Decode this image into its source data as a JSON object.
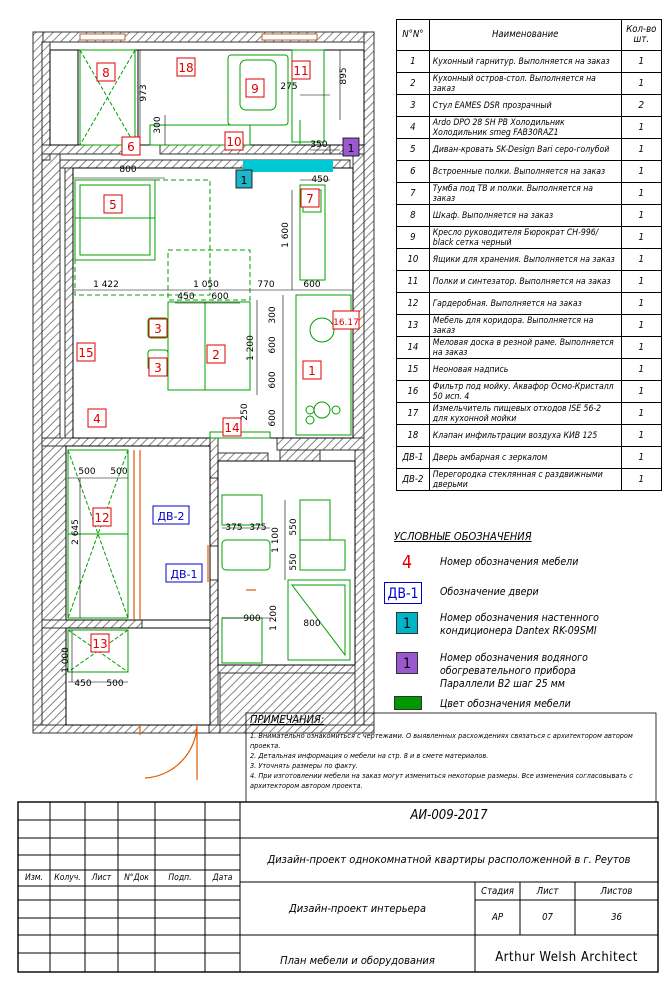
{
  "plan_labels": {
    "furniture": [
      "8",
      "18",
      "9",
      "11",
      "6",
      "10",
      "5",
      "7",
      "3",
      "3",
      "2",
      "15",
      "16.17",
      "4",
      "14",
      "1",
      "12",
      "13"
    ],
    "door_1": "ДВ-1",
    "door_2": "ДВ-2",
    "ac_unit": "1",
    "heater": "1",
    "dims": [
      "973",
      "300",
      "275",
      "895",
      "350",
      "800",
      "450",
      "1 600",
      "1 422",
      "1 050",
      "770",
      "600",
      "450",
      "600",
      "300",
      "600",
      "1 200",
      "600",
      "600",
      "250",
      "500",
      "500",
      "2 645",
      "1 000",
      "450",
      "500",
      "375",
      "375",
      "1 100",
      "550",
      "550",
      "900",
      "1 200",
      "800"
    ]
  },
  "spec_table": {
    "headers": {
      "num": "N°N°",
      "name": "Наименование",
      "qty": "Кол-во шт."
    },
    "rows": [
      {
        "num": "1",
        "name": "Кухонный гарнитур. Выполняется на заказ",
        "qty": "1"
      },
      {
        "num": "2",
        "name": "Кухонный остров-стол. Выполняется на заказ",
        "qty": "1"
      },
      {
        "num": "3",
        "name": "Стул EAMES DSR прозрачный",
        "qty": "2"
      },
      {
        "num": "4",
        "name": "Ardo DPO 28 SH PB Холодильник Холодильник smeg FAB30RAZ1",
        "qty": "1"
      },
      {
        "num": "5",
        "name": "Диван-кровать SK-Design Bari серо-голубой",
        "qty": "1"
      },
      {
        "num": "6",
        "name": "Встроенные полки. Выполняется на заказ",
        "qty": "1"
      },
      {
        "num": "7",
        "name": "Тумба под ТВ и полки. Выполняется на заказ",
        "qty": "1"
      },
      {
        "num": "8",
        "name": "Шкаф. Выполняется на заказ",
        "qty": "1"
      },
      {
        "num": "9",
        "name": "Кресло руководителя Бюрократ CH-996/ black сетка черный",
        "qty": "1"
      },
      {
        "num": "10",
        "name": "Ящики для хранения. Выполняется на заказ",
        "qty": "1"
      },
      {
        "num": "11",
        "name": "Полки и синтезатор. Выполняется на заказ",
        "qty": "1"
      },
      {
        "num": "12",
        "name": "Гардеробная. Выполняется на заказ",
        "qty": "1"
      },
      {
        "num": "13",
        "name": "Мебель для коридора. Выполняется на заказ",
        "qty": "1"
      },
      {
        "num": "14",
        "name": "Меловая доска в резной раме. Выполняется на заказ",
        "qty": "1"
      },
      {
        "num": "15",
        "name": "Неоновая надпись",
        "qty": "1"
      },
      {
        "num": "16",
        "name": "Фильтр под мойку. Аквафор Осмо-Кристалл 50 исп. 4",
        "qty": "1"
      },
      {
        "num": "17",
        "name": "Измельчитель пищевых отходов ISE 56-2 для кухонной мойки",
        "qty": "1"
      },
      {
        "num": "18",
        "name": "Клапан инфильтрации воздуха КИВ 125",
        "qty": "1"
      },
      {
        "num": "ДВ-1",
        "name": "Дверь амбарная с зеркалом",
        "qty": "1"
      },
      {
        "num": "ДВ-2",
        "name": "Перегородка стеклянная с раздвижными дверьми",
        "qty": "1"
      }
    ]
  },
  "legend": {
    "title": "УСЛОВНЫЕ ОБОЗНАЧЕНИЯ",
    "items": [
      {
        "symbol": "4",
        "text": "Номер обозначения мебели",
        "color": "#e00000"
      },
      {
        "symbol": "ДВ-1",
        "text": "Обозначение двери",
        "color": "#0000cc"
      },
      {
        "symbol": "1",
        "text": "Номер обозначения настенного кондиционера Dantex RK-09SMI",
        "color": "#00b4c8"
      },
      {
        "symbol": "1",
        "text": "Номер обозначения водяного обогревательного прибора Параллели В2 шаг 25 мм",
        "color": "#9b59d0"
      },
      {
        "symbol": "",
        "text": "Цвет обозначения мебели",
        "color": "#009a00"
      }
    ]
  },
  "notes": {
    "title": "ПРИМЕЧАНИЯ:",
    "items": [
      "1. Внимательно ознакомиться с чертежами. О выявленных расхождениях связаться с архитектором автором проекта.",
      "2. Детальная информация о мебели на стр. 8 и в смете материалов.",
      "3. Уточнять размеры по факту.",
      "4. При изготовлении мебели на заказ могут измениться некоторые размеры. Все изменения согласовывать с архитектором автором проекта."
    ]
  },
  "title_block": {
    "code": "АИ-009-2017",
    "project": "Дизайн-проект однокомнатной квартиры расположенной в г. Реутов",
    "col_headers": [
      "Изм.",
      "Колуч.",
      "Лист",
      "N°Док",
      "Подп.",
      "Дата"
    ],
    "section": "Дизайн-проект интерьера",
    "sheet_title": "План мебели и оборудования",
    "stage_label": "Стадия",
    "sheet_label": "Лист",
    "sheets_label": "Листов",
    "stage": "АР",
    "sheet": "07",
    "sheets": "36",
    "author": "Arthur Welsh Architect"
  }
}
